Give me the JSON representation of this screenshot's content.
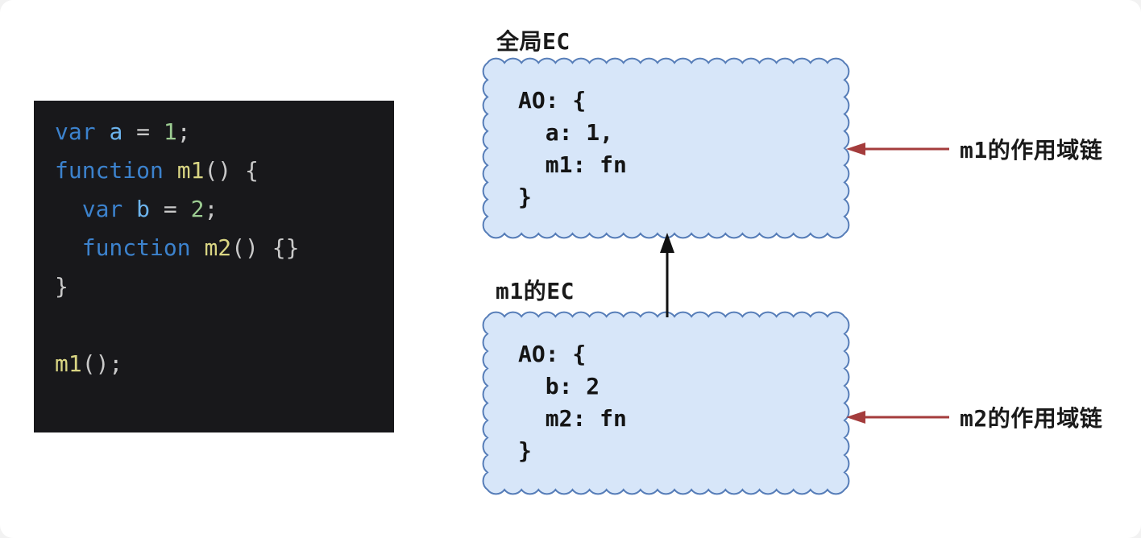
{
  "code_panel": {
    "language": "javascript",
    "lines": [
      [
        {
          "c": "k",
          "t": "var "
        },
        {
          "c": "v",
          "t": "a"
        },
        {
          "c": "p",
          "t": " = "
        },
        {
          "c": "n",
          "t": "1"
        },
        {
          "c": "p",
          "t": ";"
        }
      ],
      [
        {
          "c": "k",
          "t": "function "
        },
        {
          "c": "f",
          "t": "m1"
        },
        {
          "c": "p",
          "t": "() {"
        }
      ],
      [
        {
          "c": "p",
          "t": "  "
        },
        {
          "c": "k",
          "t": "var "
        },
        {
          "c": "v",
          "t": "b"
        },
        {
          "c": "p",
          "t": " = "
        },
        {
          "c": "n",
          "t": "2"
        },
        {
          "c": "p",
          "t": ";"
        }
      ],
      [
        {
          "c": "p",
          "t": "  "
        },
        {
          "c": "k",
          "t": "function "
        },
        {
          "c": "f",
          "t": "m2"
        },
        {
          "c": "p",
          "t": "() {}"
        }
      ],
      [
        {
          "c": "p",
          "t": "}"
        }
      ],
      [],
      [
        {
          "c": "f",
          "t": "m1"
        },
        {
          "c": "p",
          "t": "();"
        }
      ]
    ]
  },
  "diagram": {
    "global_ec": {
      "label": "全局EC",
      "ao_lines": [
        "AO: {",
        "  a: 1,",
        "  m1: fn",
        "}"
      ]
    },
    "m1_ec": {
      "label": "m1的EC",
      "ao_lines": [
        "AO: {",
        "  b: 2",
        "  m2: fn",
        "}"
      ]
    },
    "annotations": [
      {
        "text": "m1的作用域链"
      },
      {
        "text": "m2的作用域链"
      }
    ]
  },
  "colors": {
    "canvas_bg": "#ffffff",
    "code_bg": "#18181b",
    "keyword": "#3c82cd",
    "variable": "#6cb3ec",
    "number": "#9ccc92",
    "function_name": "#d9d583",
    "punctuation": "#c9c9c9",
    "cloud_fill": "#d7e6f9",
    "cloud_stroke": "#567db8",
    "arrow_black": "#111111",
    "arrow_red": "#a43c3c",
    "label_text": "#1a1a1a"
  }
}
